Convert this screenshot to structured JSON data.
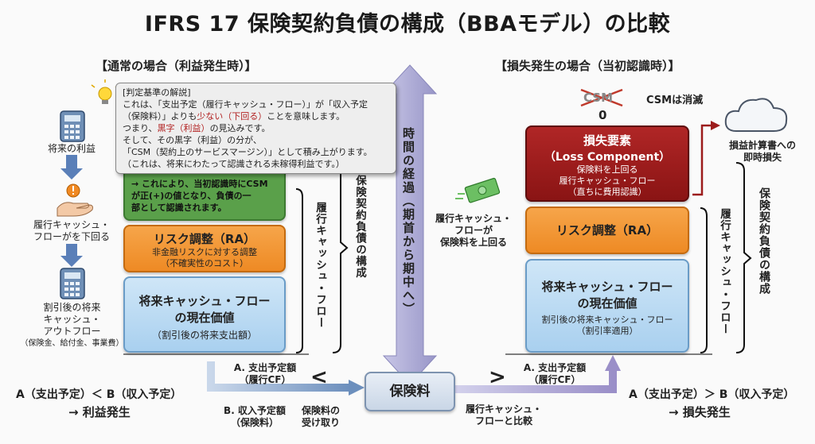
{
  "title": "IFRS 17 保険契約負債の構成（BBAモデル）の比較",
  "left": {
    "heading": "【通常の場合（利益発生時）】",
    "flow_labels": {
      "future_profit": "将来の利益",
      "cf_below_line1": "履行キャッシュ・",
      "cf_below_line2": "フローがを下回る",
      "pv_outflow_line1": "割引後の将来",
      "pv_outflow_line2": "キャッシュ・",
      "pv_outflow_line3": "アウトフロー",
      "pv_outflow_line4": "（保険金、給付金、事業費）"
    },
    "note": {
      "heading": "[判定基準の解説]",
      "line1": "これは、「支出予定（履行キャッシュ・フロー）」が「収入予定",
      "line2a": "（保険料）」よりも",
      "line2b": "少ない（下回る）",
      "line2c": "ことを意味します。",
      "line3a": "つまり、",
      "line3b": "黒字（利益）",
      "line3c": "の見込みです。",
      "line4": "そして、その黒字（利益）の分が、",
      "line5": "「CSM（契約上のサービスマージン）」として積み上がります。",
      "line6": "（これは、将来にわたって認識される未稼得利益です。）"
    },
    "csm_box": {
      "line1": "→ これにより、当初認識時にCSM",
      "line2": "が正(+)の値となり、負債の一",
      "line3": "部として認識されます。"
    },
    "ra_box": {
      "title": "リスク調整（RA）",
      "sub1": "非金融リスクに対する調整",
      "sub2": "（不確実性のコスト）"
    },
    "pv_box": {
      "title1": "将来キャッシュ・フロー",
      "title2": "の現在価値",
      "sub": "（割引後の将来支出額）"
    },
    "bracket_cf": "履行キャッシュ・フロー",
    "bracket_liab": "保険契約負債の構成",
    "condition": "A（支出予定）＜ B（収入予定）",
    "result": "→ 利益発生"
  },
  "center": {
    "time_axis": "時間の経過（期首から期中へ）",
    "premium": "保険料",
    "label_a_left_1": "A. 支出予定額",
    "label_a_left_2": "（履行CF）",
    "label_b_1": "B. 収入予定額",
    "label_b_2": "（保険料）",
    "label_receive_1": "保険料の",
    "label_receive_2": "受け取り",
    "lt_sign": "<",
    "gt_sign": ">",
    "label_a_right_1": "A. 支出予定額",
    "label_a_right_2": "（履行CF）",
    "label_compare_1": "履行キャッシュ・",
    "label_compare_2": "フローと比較",
    "cf_exceeds_1": "履行キャッシュ・",
    "cf_exceeds_2": "フローが",
    "cf_exceeds_3": "保険料を上回る"
  },
  "right": {
    "heading": "【損失発生の場合（当初認識時）】",
    "csm_struck": "CSM",
    "csm_zero": "0",
    "csm_vanish": "CSMは消滅",
    "loss_box": {
      "title1": "損失要素",
      "title2": "（Loss Component）",
      "sub1": "保険料を上回る",
      "sub2": "履行キャッシュ・フロー",
      "sub3": "（直ちに費用認識）"
    },
    "ra_box": {
      "title": "リスク調整（RA）"
    },
    "pv_box": {
      "title1": "将来キャッシュ・フロー",
      "title2": "の現在価値",
      "sub1": "割引後の将来キャッシュ・フロー",
      "sub2": "（割引率適用）"
    },
    "pl_line1": "損益計算書への",
    "pl_line2": "即時損失",
    "bracket_cf": "履行キャッシュ・フロー",
    "bracket_liab": "保険契約負債の構成",
    "condition": "A（支出予定）＞ B（収入予定）",
    "result": "→ 損失発生"
  },
  "colors": {
    "green": "#5aa04a",
    "orange": "#f0902a",
    "blue": "#bcdcf2",
    "dark_red": "#9c1c1c",
    "arrow_purple": "#a7a5cf",
    "arrow_blue": "#6c8fbd"
  }
}
